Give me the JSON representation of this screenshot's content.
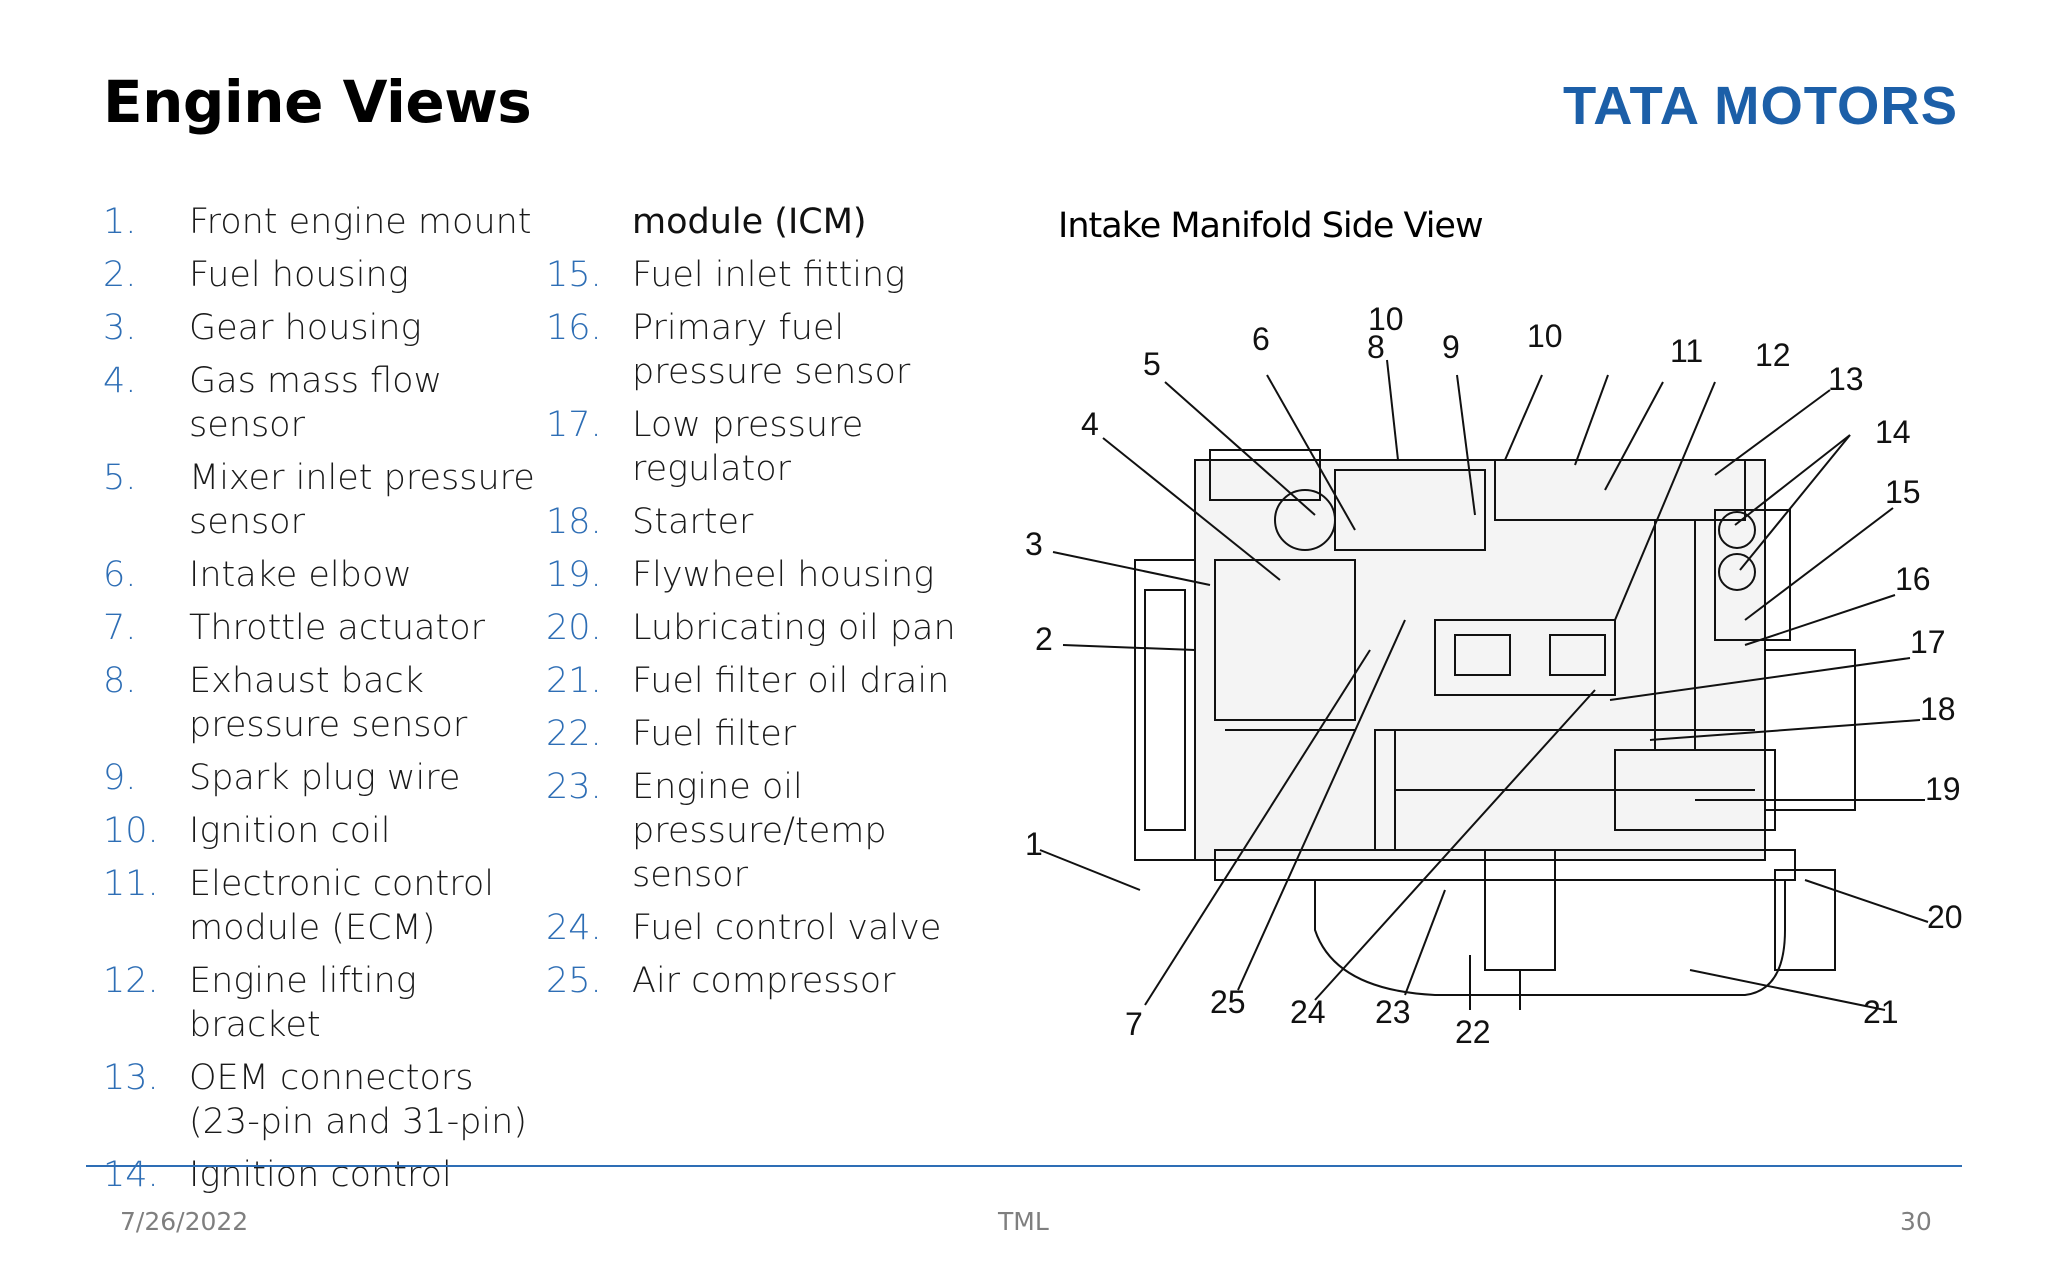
{
  "title": "Engine Views",
  "logo_text": "TATA MOTORS",
  "brand_color": "#1c5fa8",
  "number_color": "#2e6eb5",
  "list_col1": [
    {
      "num": "1.",
      "text": "Front engine mount"
    },
    {
      "num": "2.",
      "text": "Fuel housing"
    },
    {
      "num": "3.",
      "text": "Gear housing"
    },
    {
      "num": "4.",
      "text": "Gas mass flow sensor"
    },
    {
      "num": "5.",
      "text": "Mixer inlet pressure sensor"
    },
    {
      "num": "6.",
      "text": "Intake elbow"
    },
    {
      "num": "7.",
      "text": "Throttle actuator"
    },
    {
      "num": "8.",
      "text": "Exhaust back pressure sensor"
    },
    {
      "num": "9.",
      "text": "Spark plug wire"
    },
    {
      "num": "10.",
      "text": "Ignition coil"
    },
    {
      "num": "11.",
      "text": "Electronic control module (ECM)"
    },
    {
      "num": "12.",
      "text": "Engine lifting bracket"
    },
    {
      "num": "13.",
      "text": "OEM connectors (23-pin and 31-pin)"
    },
    {
      "num": "14.",
      "text": "Ignition control"
    }
  ],
  "list_col2_continuation": "module (ICM)",
  "list_col2": [
    {
      "num": "15.",
      "text": "Fuel inlet fitting"
    },
    {
      "num": "16.",
      "text": "Primary fuel pressure sensor"
    },
    {
      "num": "17.",
      "text": "Low pressure regulator"
    },
    {
      "num": "18.",
      "text": "Starter"
    },
    {
      "num": "19.",
      "text": "Flywheel housing"
    },
    {
      "num": "20.",
      "text": "Lubricating oil pan"
    },
    {
      "num": "21.",
      "text": "Fuel filter oil drain"
    },
    {
      "num": "22.",
      "text": "Fuel filter"
    },
    {
      "num": "23.",
      "text": "Engine oil pressure/temp sensor"
    },
    {
      "num": "24.",
      "text": "Fuel control valve"
    },
    {
      "num": "25.",
      "text": "Air compressor"
    }
  ],
  "diagram": {
    "title": "Intake Manifold Side View",
    "callouts": [
      "1",
      "2",
      "3",
      "4",
      "5",
      "6",
      "7",
      "8",
      "9",
      "10",
      "10",
      "11",
      "12",
      "13",
      "14",
      "15",
      "16",
      "17",
      "18",
      "19",
      "20",
      "21",
      "22",
      "23",
      "24",
      "25"
    ]
  },
  "footer": {
    "date": "7/26/2022",
    "center": "TML",
    "page": "30"
  }
}
